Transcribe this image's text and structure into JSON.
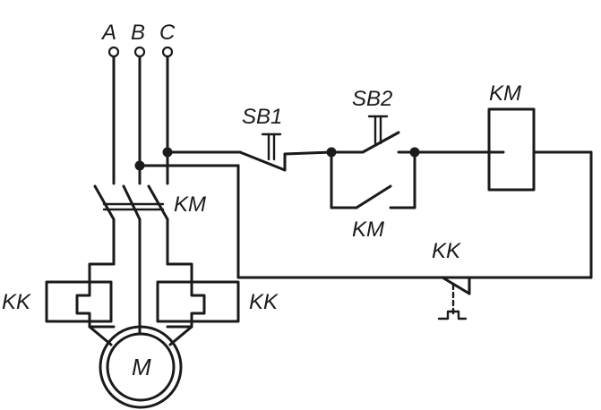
{
  "labels": {
    "phase_a": "A",
    "phase_b": "B",
    "phase_c": "C",
    "sb1": "SB1",
    "sb2": "SB2",
    "km_coil": "KM",
    "km_main_contacts": "KM",
    "km_aux_contact": "KM",
    "kk_contact": "KK",
    "kk_left": "KK",
    "kk_right": "KK",
    "motor": "M"
  },
  "colors": {
    "line": "#1a1a1a",
    "background": "#ffffff"
  }
}
